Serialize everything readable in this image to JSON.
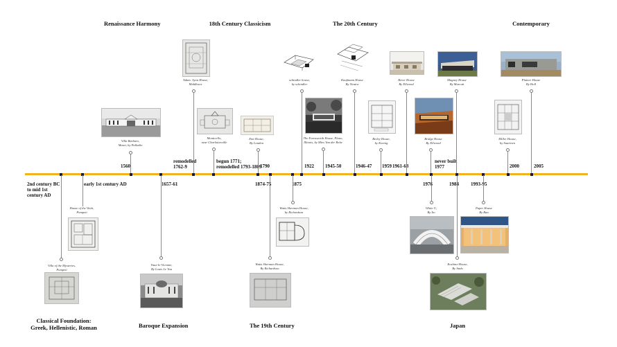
{
  "timeline": {
    "accent_color": "#f2b41e",
    "eras_top": [
      {
        "label": "Renaissance Harmony"
      },
      {
        "label": "18th Century Classicism"
      },
      {
        "label": "The 20th Century"
      },
      {
        "label": "Contemporary"
      }
    ],
    "eras_bottom": [
      {
        "label": "Classical Foundation:\nGreek, Hellenistic, Roman"
      },
      {
        "label": "Baroque Expansion"
      },
      {
        "label": "The 19th Century"
      },
      {
        "label": "Japan"
      }
    ],
    "dates": [
      {
        "label": "2nd century BC\nto mid 1st\ncentury AD"
      },
      {
        "label": "early 1st century AD"
      },
      {
        "label": "1560"
      },
      {
        "label": "1657-61"
      },
      {
        "label": "remodelled\n1762-9"
      },
      {
        "label": "begun 1771;\nremodelled 1793-1809"
      },
      {
        "label": "1790"
      },
      {
        "label": "1874-75"
      },
      {
        "label": "1875"
      },
      {
        "label": "1922"
      },
      {
        "label": "1945-50"
      },
      {
        "label": "1946-47"
      },
      {
        "label": "1959"
      },
      {
        "label": "1961-63"
      },
      {
        "label": "1976"
      },
      {
        "label": "never built\n1977"
      },
      {
        "label": "1984"
      },
      {
        "label": "1993-95"
      },
      {
        "label": "2000"
      },
      {
        "label": "2005"
      }
    ],
    "buildings": [
      {
        "caption": "Villa Barbaro,\nMaser, by Palladio"
      },
      {
        "caption": "Adam: Syon House,\nMiddlesex"
      },
      {
        "caption": "Monticello,\nnear Charlottesville"
      },
      {
        "caption": "Emi House,\nBy London"
      },
      {
        "caption": "schindler house,\nby schindler"
      },
      {
        "caption": "The Farnsworth House, Plano,\nIllinois, by Mies Van der Rohe"
      },
      {
        "caption": "Kaufmann House\nBy Neutra"
      },
      {
        "caption": "Beiley House,\nby Koenig"
      },
      {
        "caption": "Rever House\nBy Ellwood"
      },
      {
        "caption": "Bridge House\nBy Ellwood"
      },
      {
        "caption": "Magney House\nBy Murcutt"
      },
      {
        "caption": "Miller House,\nby Saarinen"
      },
      {
        "caption": "Platner House\nBy Holl"
      },
      {
        "caption": "House of the Vettii,\nPompeii"
      },
      {
        "caption": "Villa of the Mysteries,\nPompeii"
      },
      {
        "caption": "Vaux-le-Vicomte,\nBy Louis Le Vau"
      },
      {
        "caption": "Watts Sherman House,\nby Richardson"
      },
      {
        "caption": "Watts Sherman House,\nBy Richardson"
      },
      {
        "caption": "White U,\nBy Ito"
      },
      {
        "caption": "Paper House\nBy Ban"
      },
      {
        "caption": "Koshino House,\nBy Ando"
      }
    ]
  }
}
